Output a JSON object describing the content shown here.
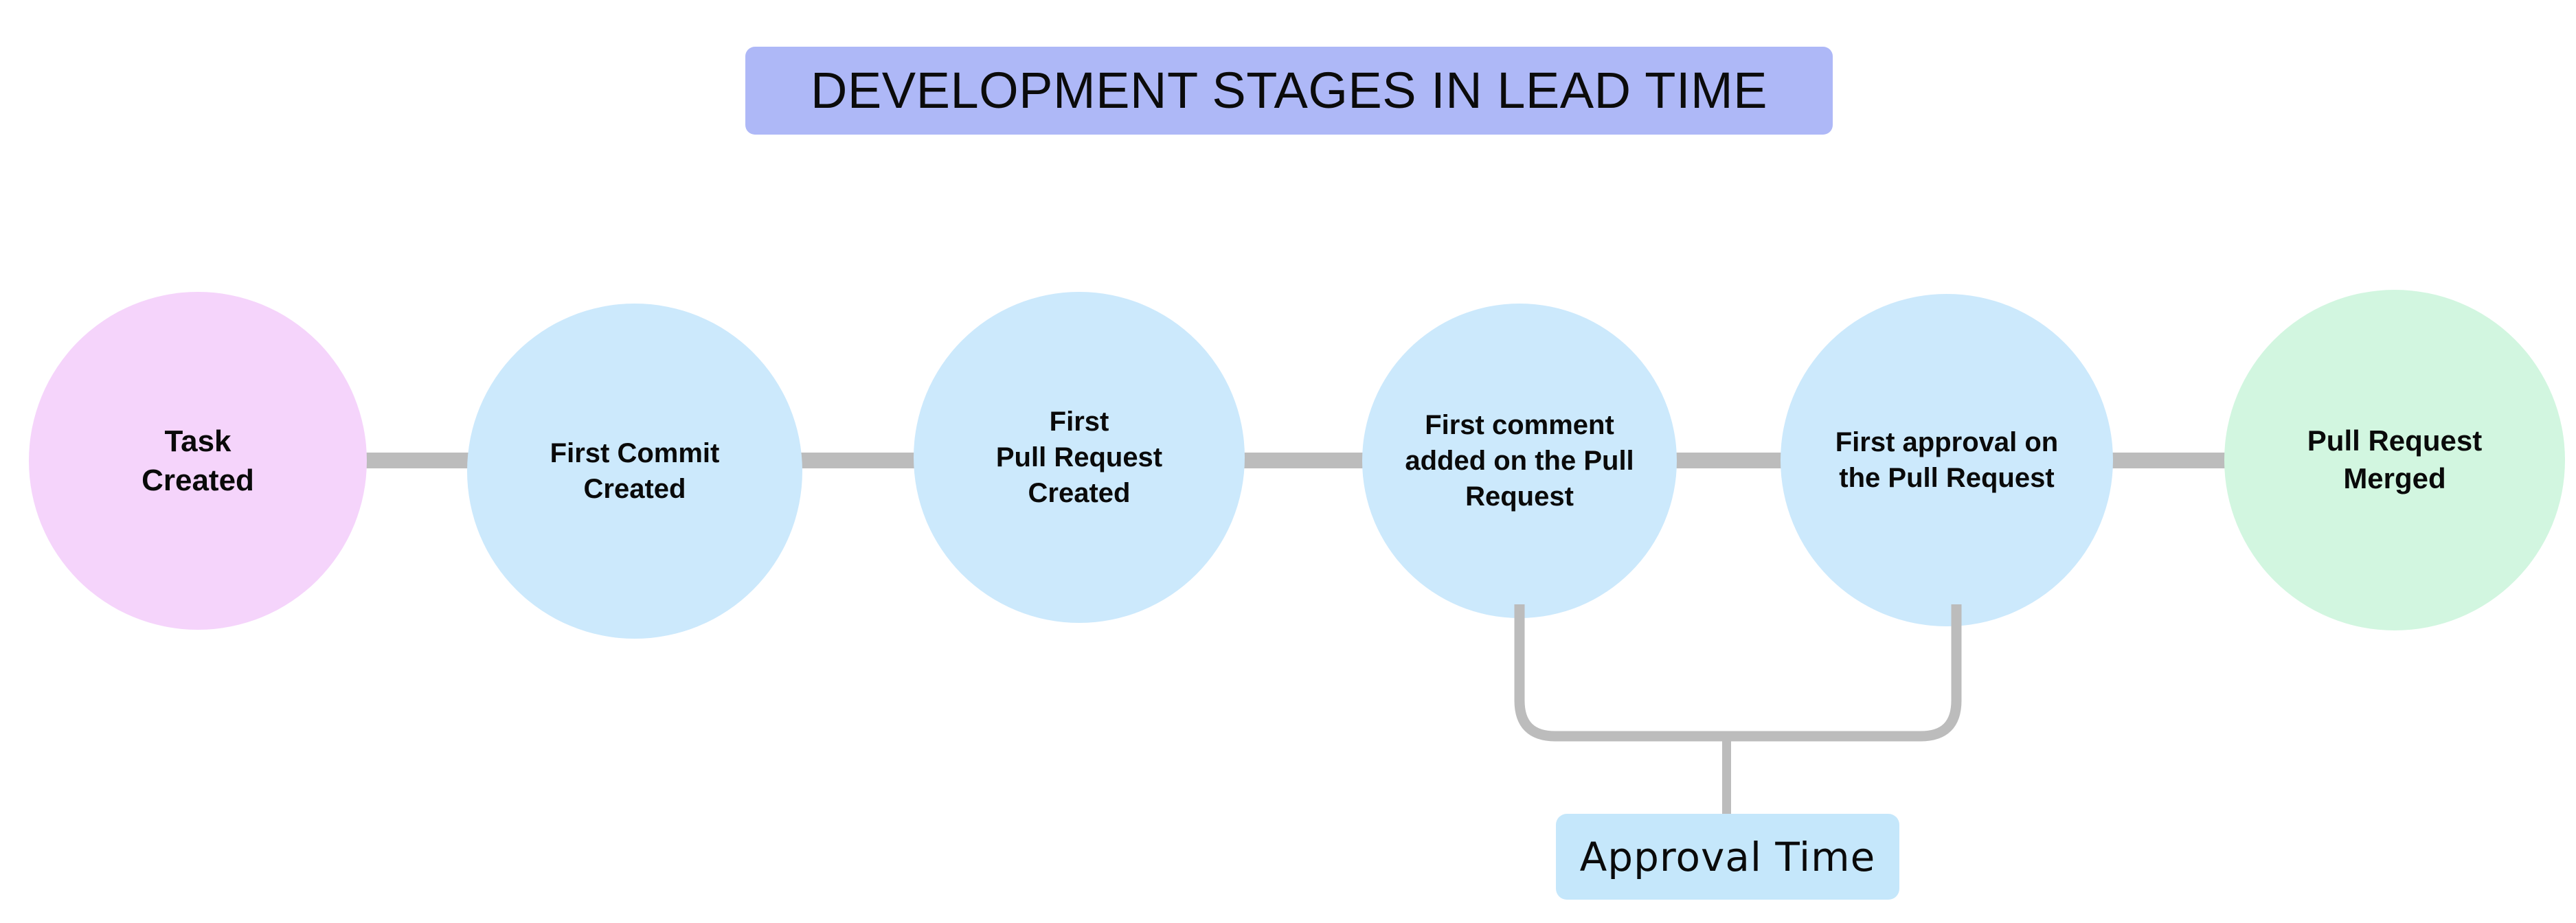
{
  "title": {
    "text": "DEVELOPMENT STAGES IN LEAD TIME",
    "background_color": "#AEB8F7",
    "text_color": "#0B0B0B"
  },
  "diagram": {
    "type": "process-timeline",
    "connector_color": "#BCBCBC",
    "background_color": "#FFFFFF",
    "stages": [
      {
        "id": "task-created",
        "label": "Task\nCreated",
        "color": "#F5D4FB",
        "order": 1
      },
      {
        "id": "first-commit-created",
        "label": "First Commit\nCreated",
        "color": "#CCE9FC",
        "order": 2
      },
      {
        "id": "first-pull-request-created",
        "label": "First\nPull Request\nCreated",
        "color": "#CCE9FC",
        "order": 3
      },
      {
        "id": "first-comment-added",
        "label": "First comment\nadded on the Pull\nRequest",
        "color": "#CCE9FC",
        "order": 4
      },
      {
        "id": "first-approval",
        "label": "First approval on\nthe Pull Request",
        "color": "#CCE9FC",
        "order": 5
      },
      {
        "id": "pull-request-merged",
        "label": "Pull Request\nMerged",
        "color": "#D2F6E0",
        "order": 6
      }
    ],
    "annotation": {
      "id": "approval-time",
      "label": "Approval Time",
      "background_color": "#C5E7FB",
      "spans_from": "first-comment-added",
      "spans_to": "first-approval"
    }
  }
}
